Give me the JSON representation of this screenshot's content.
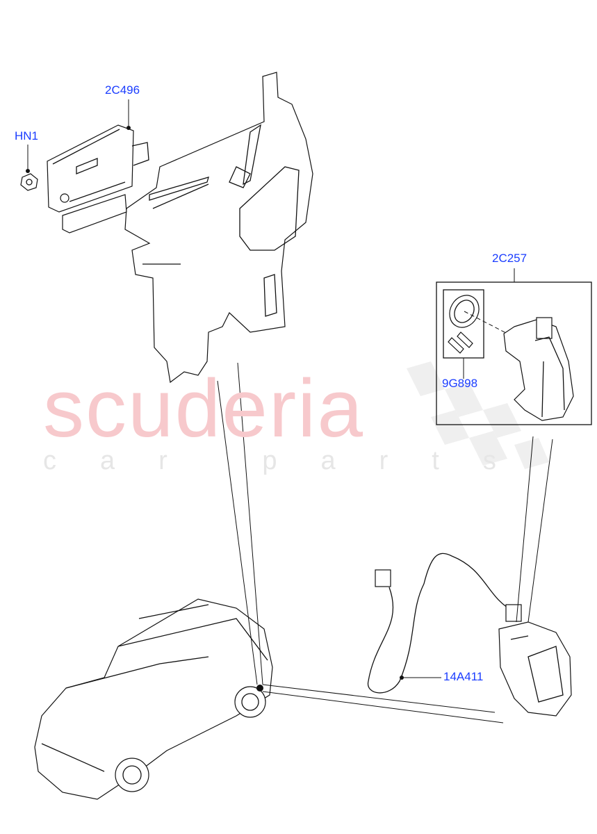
{
  "watermark": {
    "brand": "scuderia",
    "tagline": "car parts"
  },
  "callouts": [
    {
      "id": "2C496",
      "label": "2C496"
    },
    {
      "id": "HN1",
      "label": "HN1"
    },
    {
      "id": "2C257",
      "label": "2C257"
    },
    {
      "id": "9G898",
      "label": "9G898"
    },
    {
      "id": "14A411",
      "label": "14A411"
    }
  ],
  "colors": {
    "callout": "#1a3cff",
    "watermark_red": "#f7c9cc",
    "watermark_grey": "#e6e6e6",
    "line": "#111111"
  }
}
